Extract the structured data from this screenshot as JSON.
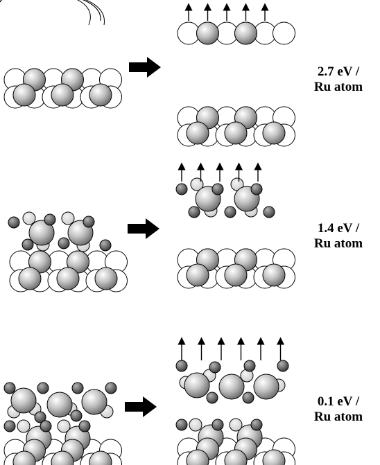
{
  "rows": [
    {
      "energy_value": "2.7 eV /",
      "energy_unit": "Ru atom"
    },
    {
      "energy_value": "1.4 eV /",
      "energy_unit": "Ru atom"
    },
    {
      "energy_value": "0.1 eV /",
      "energy_unit": "Ru atom"
    }
  ],
  "colors": {
    "ru_atom": "#c8c8c8",
    "lattice_atom": "#ffffff",
    "adsorbate_dark": "#5a5a5a",
    "adsorbate_light": "#dcdcdc",
    "arrow": "#000000",
    "outline": "#000000"
  }
}
